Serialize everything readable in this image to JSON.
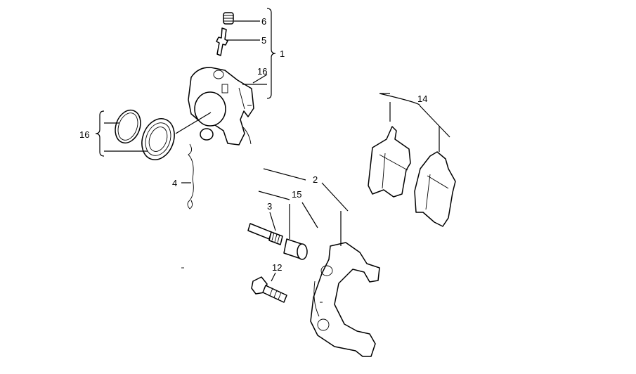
{
  "diagram": {
    "title": "Front brake caliper exploded view",
    "callouts": {
      "c6": "6",
      "c5": "5",
      "c1": "1",
      "c16_top": "16",
      "c16_left": "16",
      "c4": "4",
      "c14": "14",
      "c2": "2",
      "c15": "15",
      "c3": "3",
      "c12": "12"
    }
  }
}
